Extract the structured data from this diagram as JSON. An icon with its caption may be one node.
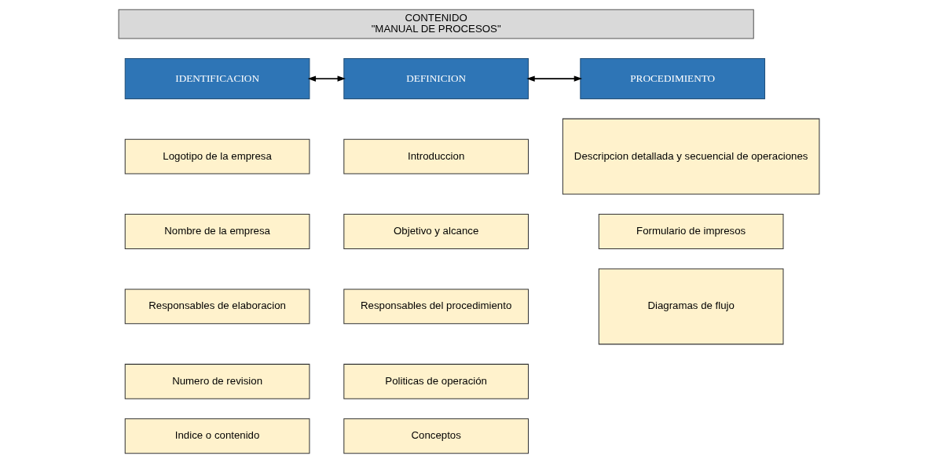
{
  "diagram": {
    "nodes": [
      {
        "text": [
          "CONTENIDO",
          "\"MANUAL DE PROCESOS\""
        ]
      },
      {
        "text": [
          "IDENTIFICACION"
        ]
      },
      {
        "text": [
          "DEFINICION"
        ]
      },
      {
        "text": [
          "PROCEDIMIENTO"
        ]
      },
      {
        "text": [
          "Logotipo de la empresa"
        ]
      },
      {
        "text": [
          "Nombre de la empresa"
        ]
      },
      {
        "text": [
          "Responsables de elaboracion"
        ]
      },
      {
        "text": [
          "Numero de revision"
        ]
      },
      {
        "text": [
          "Indice o contenido"
        ]
      },
      {
        "text": [
          "Introduccion"
        ]
      },
      {
        "text": [
          "Objetivo y alcance"
        ]
      },
      {
        "text": [
          "Responsables del procedimiento"
        ]
      },
      {
        "text": [
          "Politicas de operación"
        ]
      },
      {
        "text": [
          "Conceptos"
        ]
      },
      {
        "text": [
          "Descripcion detallada y secuencial de operaciones"
        ]
      },
      {
        "text": [
          "Formulario de impresos"
        ]
      },
      {
        "text": [
          "Diagramas de flujo"
        ]
      }
    ],
    "edges": [
      {
        "from": 1,
        "to": 2,
        "arrow": "both"
      },
      {
        "from": 2,
        "to": 3,
        "arrow": "both"
      }
    ]
  }
}
